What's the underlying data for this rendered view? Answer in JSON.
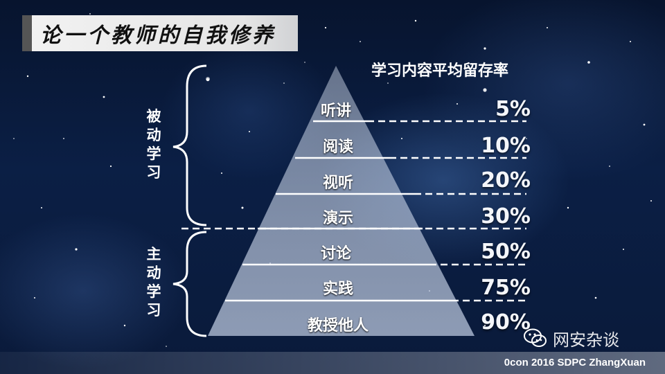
{
  "slide": {
    "title": "论一个教师的自我修养",
    "pyramid_title": "学习内容平均留存率",
    "levels": [
      {
        "label": "听讲",
        "percent": "5%"
      },
      {
        "label": "阅读",
        "percent": "10%"
      },
      {
        "label": "视听",
        "percent": "20%"
      },
      {
        "label": "演示",
        "percent": "30%"
      },
      {
        "label": "讨论",
        "percent": "50%"
      },
      {
        "label": "实践",
        "percent": "75%"
      },
      {
        "label": "教授他人",
        "percent": "90%"
      }
    ],
    "groups": {
      "passive": "被动学习",
      "active": "主动学习"
    },
    "watermark": "网安杂谈",
    "footer": "0con 2016 SDPC ZhangXuan"
  },
  "colors": {
    "background": "#0b1f45",
    "pyramid_fill": "#b9c6dd",
    "title_bar": "#eeeeee"
  },
  "icons": [
    "wechat-icon"
  ]
}
